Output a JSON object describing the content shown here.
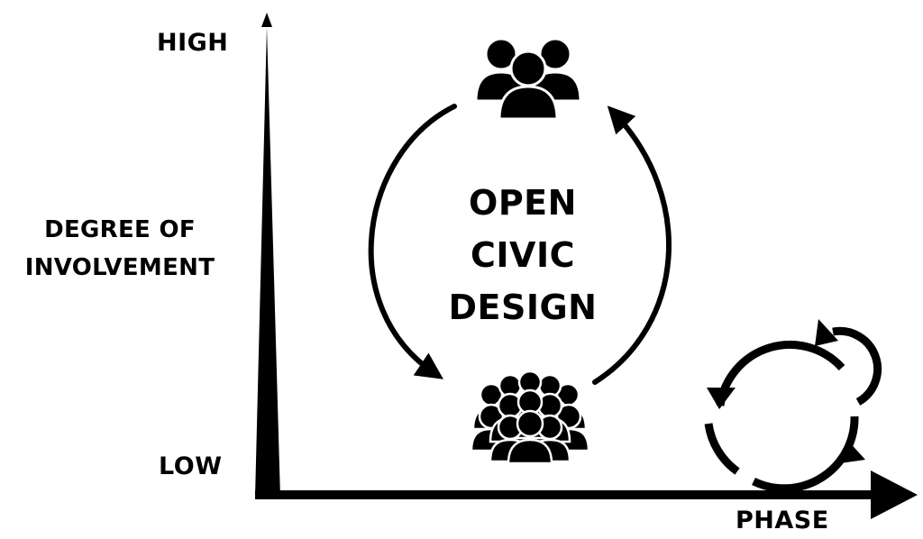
{
  "axis": {
    "y_high_label": "HIGH",
    "y_low_label": "LOW",
    "y_title_lines": [
      "DEGREE OF",
      "INVOLVEMENT"
    ],
    "x_title": "PHASE"
  },
  "center": {
    "title_lines": [
      "OPEN",
      "CIVIC",
      "DESIGN"
    ]
  },
  "icons": {
    "top": "small-group-icon",
    "bottom": "large-group-icon",
    "cycle": "iterative-cycle-icon"
  },
  "colors": {
    "ink": "#000000",
    "background": "#ffffff"
  }
}
